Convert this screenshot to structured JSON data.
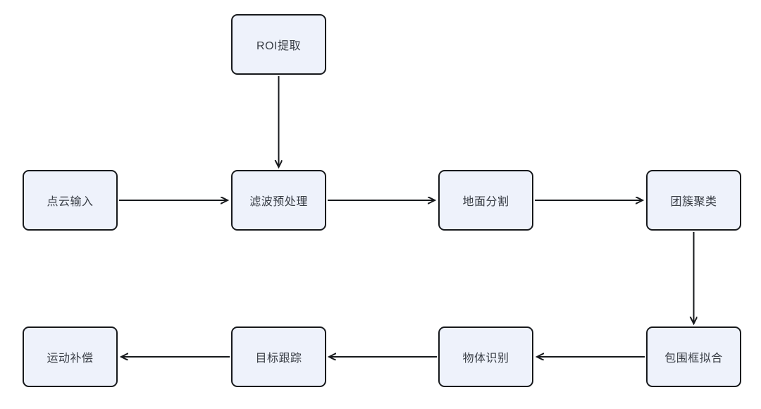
{
  "diagram": {
    "type": "flowchart",
    "background_color": "#ffffff",
    "node_fill_color": "#eef2fb",
    "node_border_color": "#17191c",
    "arrow_color": "#17191c",
    "nodes": [
      {
        "id": "roi",
        "label": "ROI提取"
      },
      {
        "id": "input",
        "label": "点云输入"
      },
      {
        "id": "filter",
        "label": "滤波预处理"
      },
      {
        "id": "ground",
        "label": "地面分割"
      },
      {
        "id": "cluster",
        "label": "团簇聚类"
      },
      {
        "id": "bbox",
        "label": "包围框拟合"
      },
      {
        "id": "object",
        "label": "物体识别"
      },
      {
        "id": "track",
        "label": "目标跟踪"
      },
      {
        "id": "motion",
        "label": "运动补偿"
      }
    ],
    "edges": [
      {
        "from": "ROI提取",
        "to": "滤波预处理"
      },
      {
        "from": "点云输入",
        "to": "滤波预处理"
      },
      {
        "from": "滤波预处理",
        "to": "地面分割"
      },
      {
        "from": "地面分割",
        "to": "团簇聚类"
      },
      {
        "from": "团簇聚类",
        "to": "包围框拟合"
      },
      {
        "from": "包围框拟合",
        "to": "物体识别"
      },
      {
        "from": "物体识别",
        "to": "目标跟踪"
      },
      {
        "from": "目标跟踪",
        "to": "运动补偿"
      }
    ]
  }
}
